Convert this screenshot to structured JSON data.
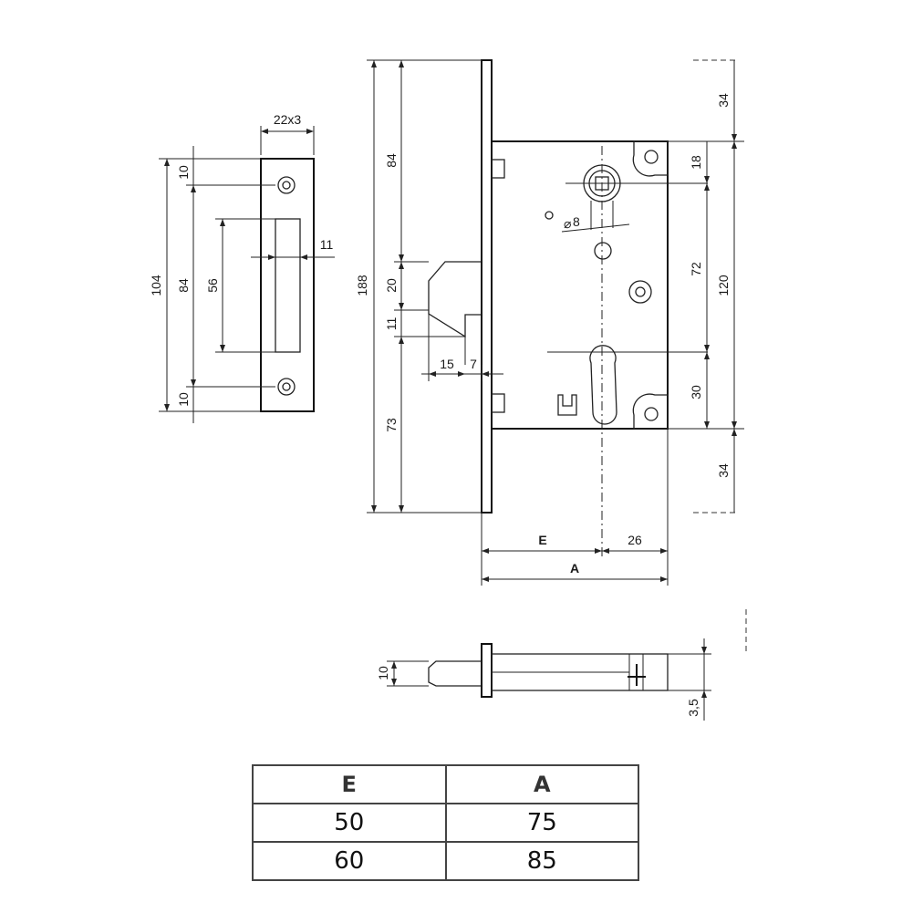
{
  "strike_plate": {
    "width_label": "22x3",
    "total_height": "104",
    "hole_spacing": "84",
    "slot_height": "56",
    "slot_width": "11",
    "top_margin": "10",
    "bottom_margin": "10"
  },
  "lock_body": {
    "total_height": "188",
    "upper_section": "84",
    "latch_height": "20",
    "latch_gap": "11",
    "lower_section": "73",
    "latch_depth": "15",
    "latch_offset": "7",
    "top_offset": "34",
    "top_hole": "18",
    "center_distance": "72",
    "body_height": "120",
    "bottom_hole": "30",
    "bottom_offset": "34",
    "spindle_label": "8",
    "backset_label": "E",
    "rear_offset": "26",
    "total_depth_label": "A"
  },
  "side_view": {
    "latch_thickness": "10",
    "body_thickness": "3,5"
  },
  "table": {
    "headers": [
      "E",
      "A"
    ],
    "rows": [
      [
        "50",
        "75"
      ],
      [
        "60",
        "85"
      ]
    ]
  }
}
